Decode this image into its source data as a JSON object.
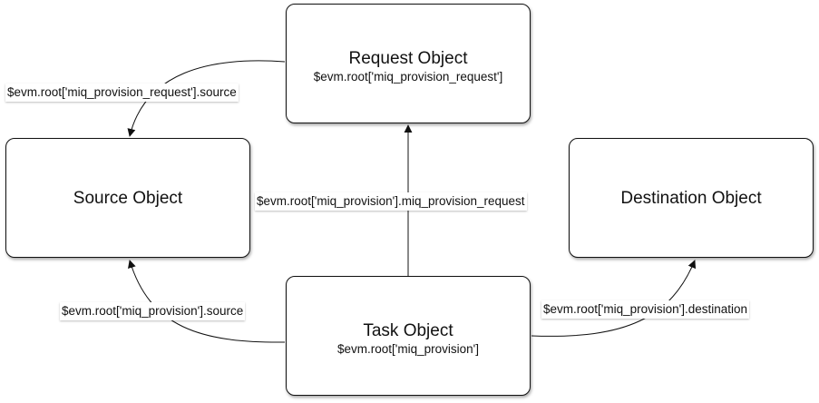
{
  "nodes": {
    "request": {
      "title": "Request Object",
      "subtitle": "$evm.root['miq_provision_request']"
    },
    "source": {
      "title": "Source Object"
    },
    "destination": {
      "title": "Destination Object"
    },
    "task": {
      "title": "Task Object",
      "subtitle": "$evm.root['miq_provision']"
    }
  },
  "edges": {
    "request_to_source": "$evm.root['miq_provision_request'].source",
    "task_to_request": "$evm.root['miq_provision'].miq_provision_request",
    "task_to_source": "$evm.root['miq_provision'].source",
    "task_to_destination": "$evm.root['miq_provision'].destination"
  },
  "colors": {
    "stroke": "#111111",
    "background": "#ffffff"
  }
}
